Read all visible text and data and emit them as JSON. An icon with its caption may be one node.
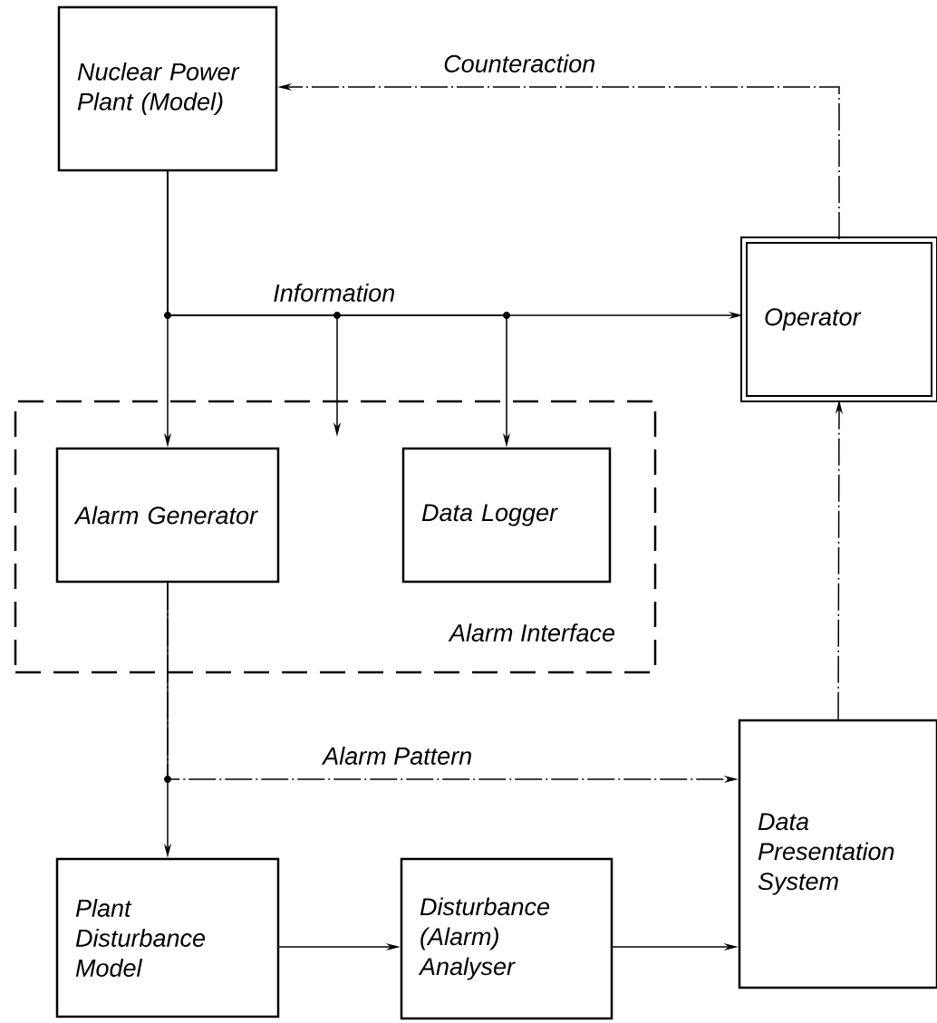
{
  "diagram": {
    "nodes": [
      {
        "text": [
          "Nuclear Power Plant (Model)"
        ]
      },
      {
        "text": [
          "Operator"
        ]
      },
      {
        "text": [
          "Alarm Interface"
        ]
      },
      {
        "text": [
          "Alarm Generator"
        ],
        "in": 2
      },
      {
        "text": [
          "Data Logger"
        ],
        "in": 2
      },
      {
        "text": [
          "Data Presentation System"
        ]
      },
      {
        "text": [
          "Plant Disturbance Model"
        ]
      },
      {
        "text": [
          "Disturbance (Alarm) Analyser"
        ]
      }
    ],
    "edges": [
      {
        "from": 0,
        "to": 3,
        "arrow": "to"
      },
      {
        "from": 0,
        "to": 1,
        "arrow": "to",
        "label": "Information"
      },
      {
        "from": 0,
        "to": 2,
        "arrow": "to"
      },
      {
        "from": 0,
        "to": 4,
        "arrow": "to"
      },
      {
        "from": 1,
        "to": 0,
        "arrow": "to",
        "label": "Counteraction",
        "style": "dashed"
      },
      {
        "from": 3,
        "to": 6,
        "arrow": "to"
      },
      {
        "from": 3,
        "to": 5,
        "arrow": "to",
        "label": "Alarm Pattern",
        "style": "dashed"
      },
      {
        "from": 6,
        "to": 7,
        "arrow": "to"
      },
      {
        "from": 7,
        "to": 5,
        "arrow": "to"
      },
      {
        "from": 5,
        "to": 1,
        "arrow": "to",
        "style": "dashed"
      }
    ]
  }
}
